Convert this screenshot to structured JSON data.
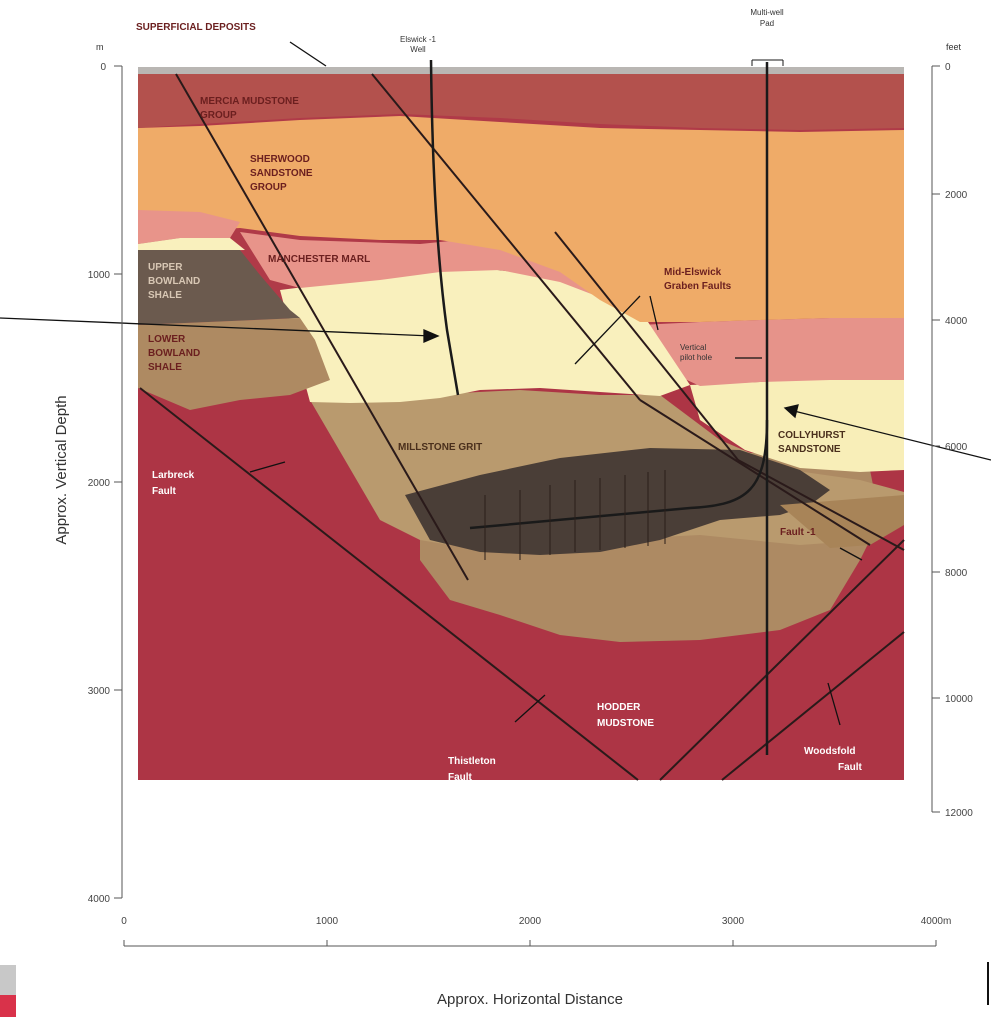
{
  "labels": {
    "superficial": "SUPERFICIAL DEPOSITS",
    "elswick_well_1": "Elswick -1",
    "elswick_well_2": "Well",
    "multi_well_1": "Multi-well",
    "multi_well_2": "Pad",
    "mercia_1": "MERCIA MUDSTONE",
    "mercia_2": "GROUP",
    "sherwood_1": "SHERWOOD",
    "sherwood_2": "SANDSTONE",
    "sherwood_3": "GROUP",
    "manchester": "MANCHESTER MARL",
    "upper_bowland_1": "UPPER",
    "upper_bowland_2": "BOWLAND",
    "upper_bowland_3": "SHALE",
    "lower_bowland_1": "LOWER",
    "lower_bowland_2": "BOWLAND",
    "lower_bowland_3": "SHALE",
    "millstone": "MILLSTONE GRIT",
    "mid_elswick_1": "Mid-Elswick",
    "mid_elswick_2": "Graben Faults",
    "vertical_pilot_1": "Vertical",
    "vertical_pilot_2": "pilot hole",
    "collyhurst_1": "COLLYHURST",
    "collyhurst_2": "SANDSTONE",
    "fault_1": "Fault -1",
    "larbreck_1": "Larbreck",
    "larbreck_2": "Fault",
    "hodder_1": "HODDER",
    "hodder_2": "MUDSTONE",
    "thistleton_1": "Thistleton",
    "thistleton_2": "Fault",
    "woodsfold_1": "Woodsfold",
    "woodsfold_2": "Fault"
  },
  "axes": {
    "left_unit": "m",
    "right_unit": "feet",
    "ylabel": "Approx. Vertical Depth",
    "xlabel": "Approx. Horizontal Distance",
    "left_ticks": [
      "0",
      "1000",
      "2000",
      "3000",
      "4000"
    ],
    "right_ticks": [
      "0",
      "2000",
      "4000",
      "6000",
      "8000",
      "10000",
      "12000"
    ],
    "bottom_ticks": [
      "0",
      "1000",
      "2000",
      "3000",
      "4000m"
    ]
  }
}
